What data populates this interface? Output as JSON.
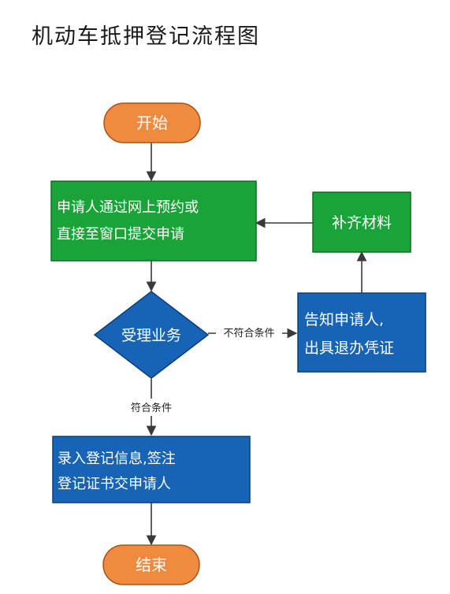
{
  "title": "机动车抵押登记流程图",
  "nodes": {
    "start": "开始",
    "apply_line1": "申请人通过网上预约或",
    "apply_line2": "直接至窗口提交申请",
    "supplement": "补齐材料",
    "accept": "受理业务",
    "notify_line1": "告知申请人,",
    "notify_line2": "出具退办凭证",
    "record_line1": "录入登记信息,签注",
    "record_line2": "登记证书交申请人",
    "end": "结束"
  },
  "edges": {
    "not_meet": "不符合条件",
    "meet": "符合条件"
  },
  "colors": {
    "terminal_fill": "#ef8a3e",
    "terminal_stroke": "#a85418",
    "green_fill": "#1aa338",
    "green_stroke": "#0e6e22",
    "blue_fill": "#1764b6",
    "blue_stroke": "#0b3f7c",
    "arrow": "#3a3a3a"
  }
}
